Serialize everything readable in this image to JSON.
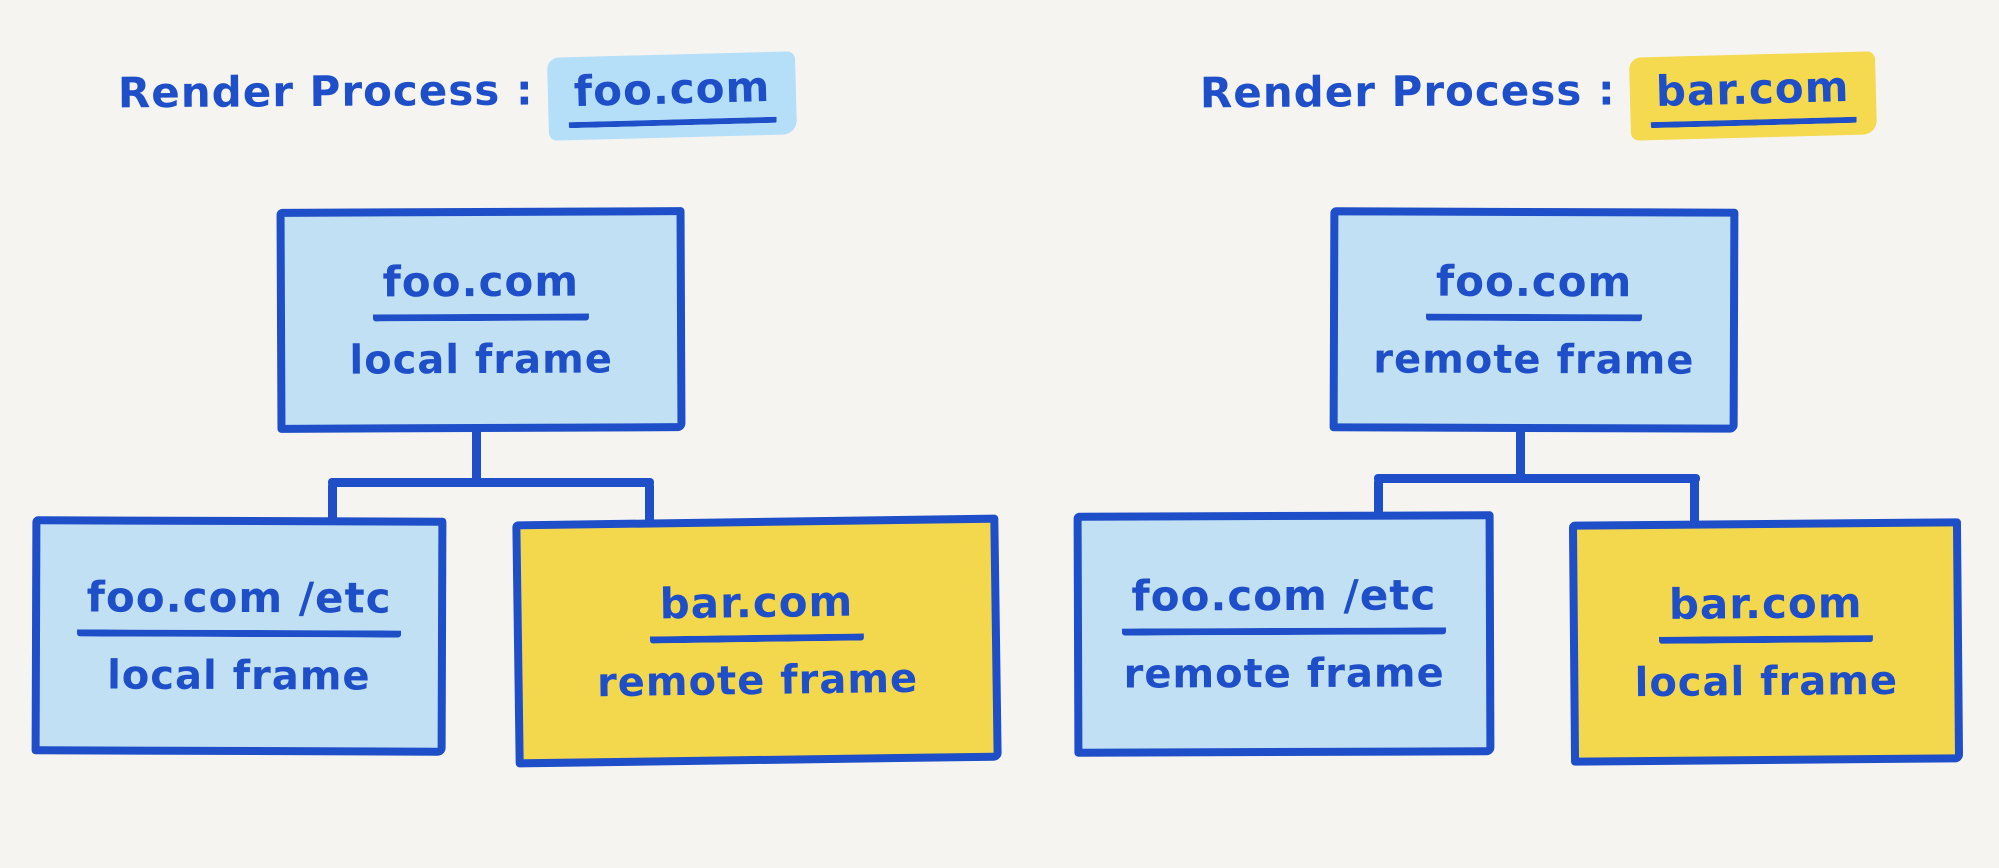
{
  "colors": {
    "background": "#f5f4f1",
    "ink": "#1e4ec8",
    "light_blue_fill": "#c2e0f4",
    "yellow_fill": "#f3d74d",
    "blue_highlight": "#b5def8",
    "yellow_highlight": "#f5d94e"
  },
  "panels": [
    {
      "title_prefix": "Render Process :",
      "title_domain": "foo.com",
      "highlight": "blue",
      "root": {
        "domain": "foo.com",
        "frame_type": "local frame",
        "fill": "blue"
      },
      "children": [
        {
          "domain": "foo.com /etc",
          "frame_type": "local frame",
          "fill": "blue"
        },
        {
          "domain": "bar.com",
          "frame_type": "remote frame",
          "fill": "yellow"
        }
      ]
    },
    {
      "title_prefix": "Render Process :",
      "title_domain": "bar.com",
      "highlight": "yellow",
      "root": {
        "domain": "foo.com",
        "frame_type": "remote frame",
        "fill": "blue"
      },
      "children": [
        {
          "domain": "foo.com /etc",
          "frame_type": "remote frame",
          "fill": "blue"
        },
        {
          "domain": "bar.com",
          "frame_type": "local frame",
          "fill": "yellow"
        }
      ]
    }
  ]
}
